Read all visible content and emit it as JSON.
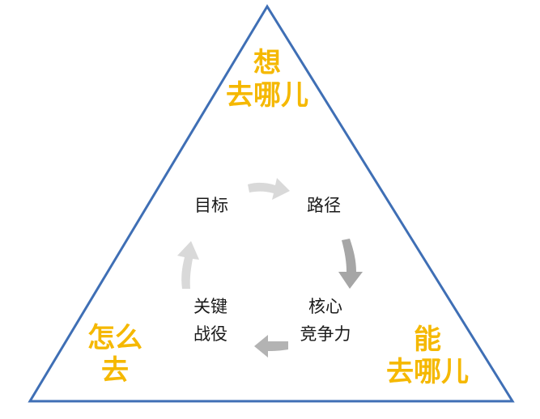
{
  "corners": {
    "top": [
      "想",
      "去哪儿"
    ],
    "bottom_left": [
      "怎么",
      "去"
    ],
    "bottom_right": [
      "能",
      "去哪儿"
    ]
  },
  "cycle": {
    "goal": [
      "目标"
    ],
    "path": [
      "路径"
    ],
    "core": [
      "核心",
      "竞争力"
    ],
    "battle": [
      "关键",
      "战役"
    ]
  },
  "colors": {
    "triangle_stroke": "#3f6fb5",
    "corner_text": "#f5b800",
    "arrow_light": "#d9d9d9",
    "arrow_dark": "#a6a6a6"
  }
}
